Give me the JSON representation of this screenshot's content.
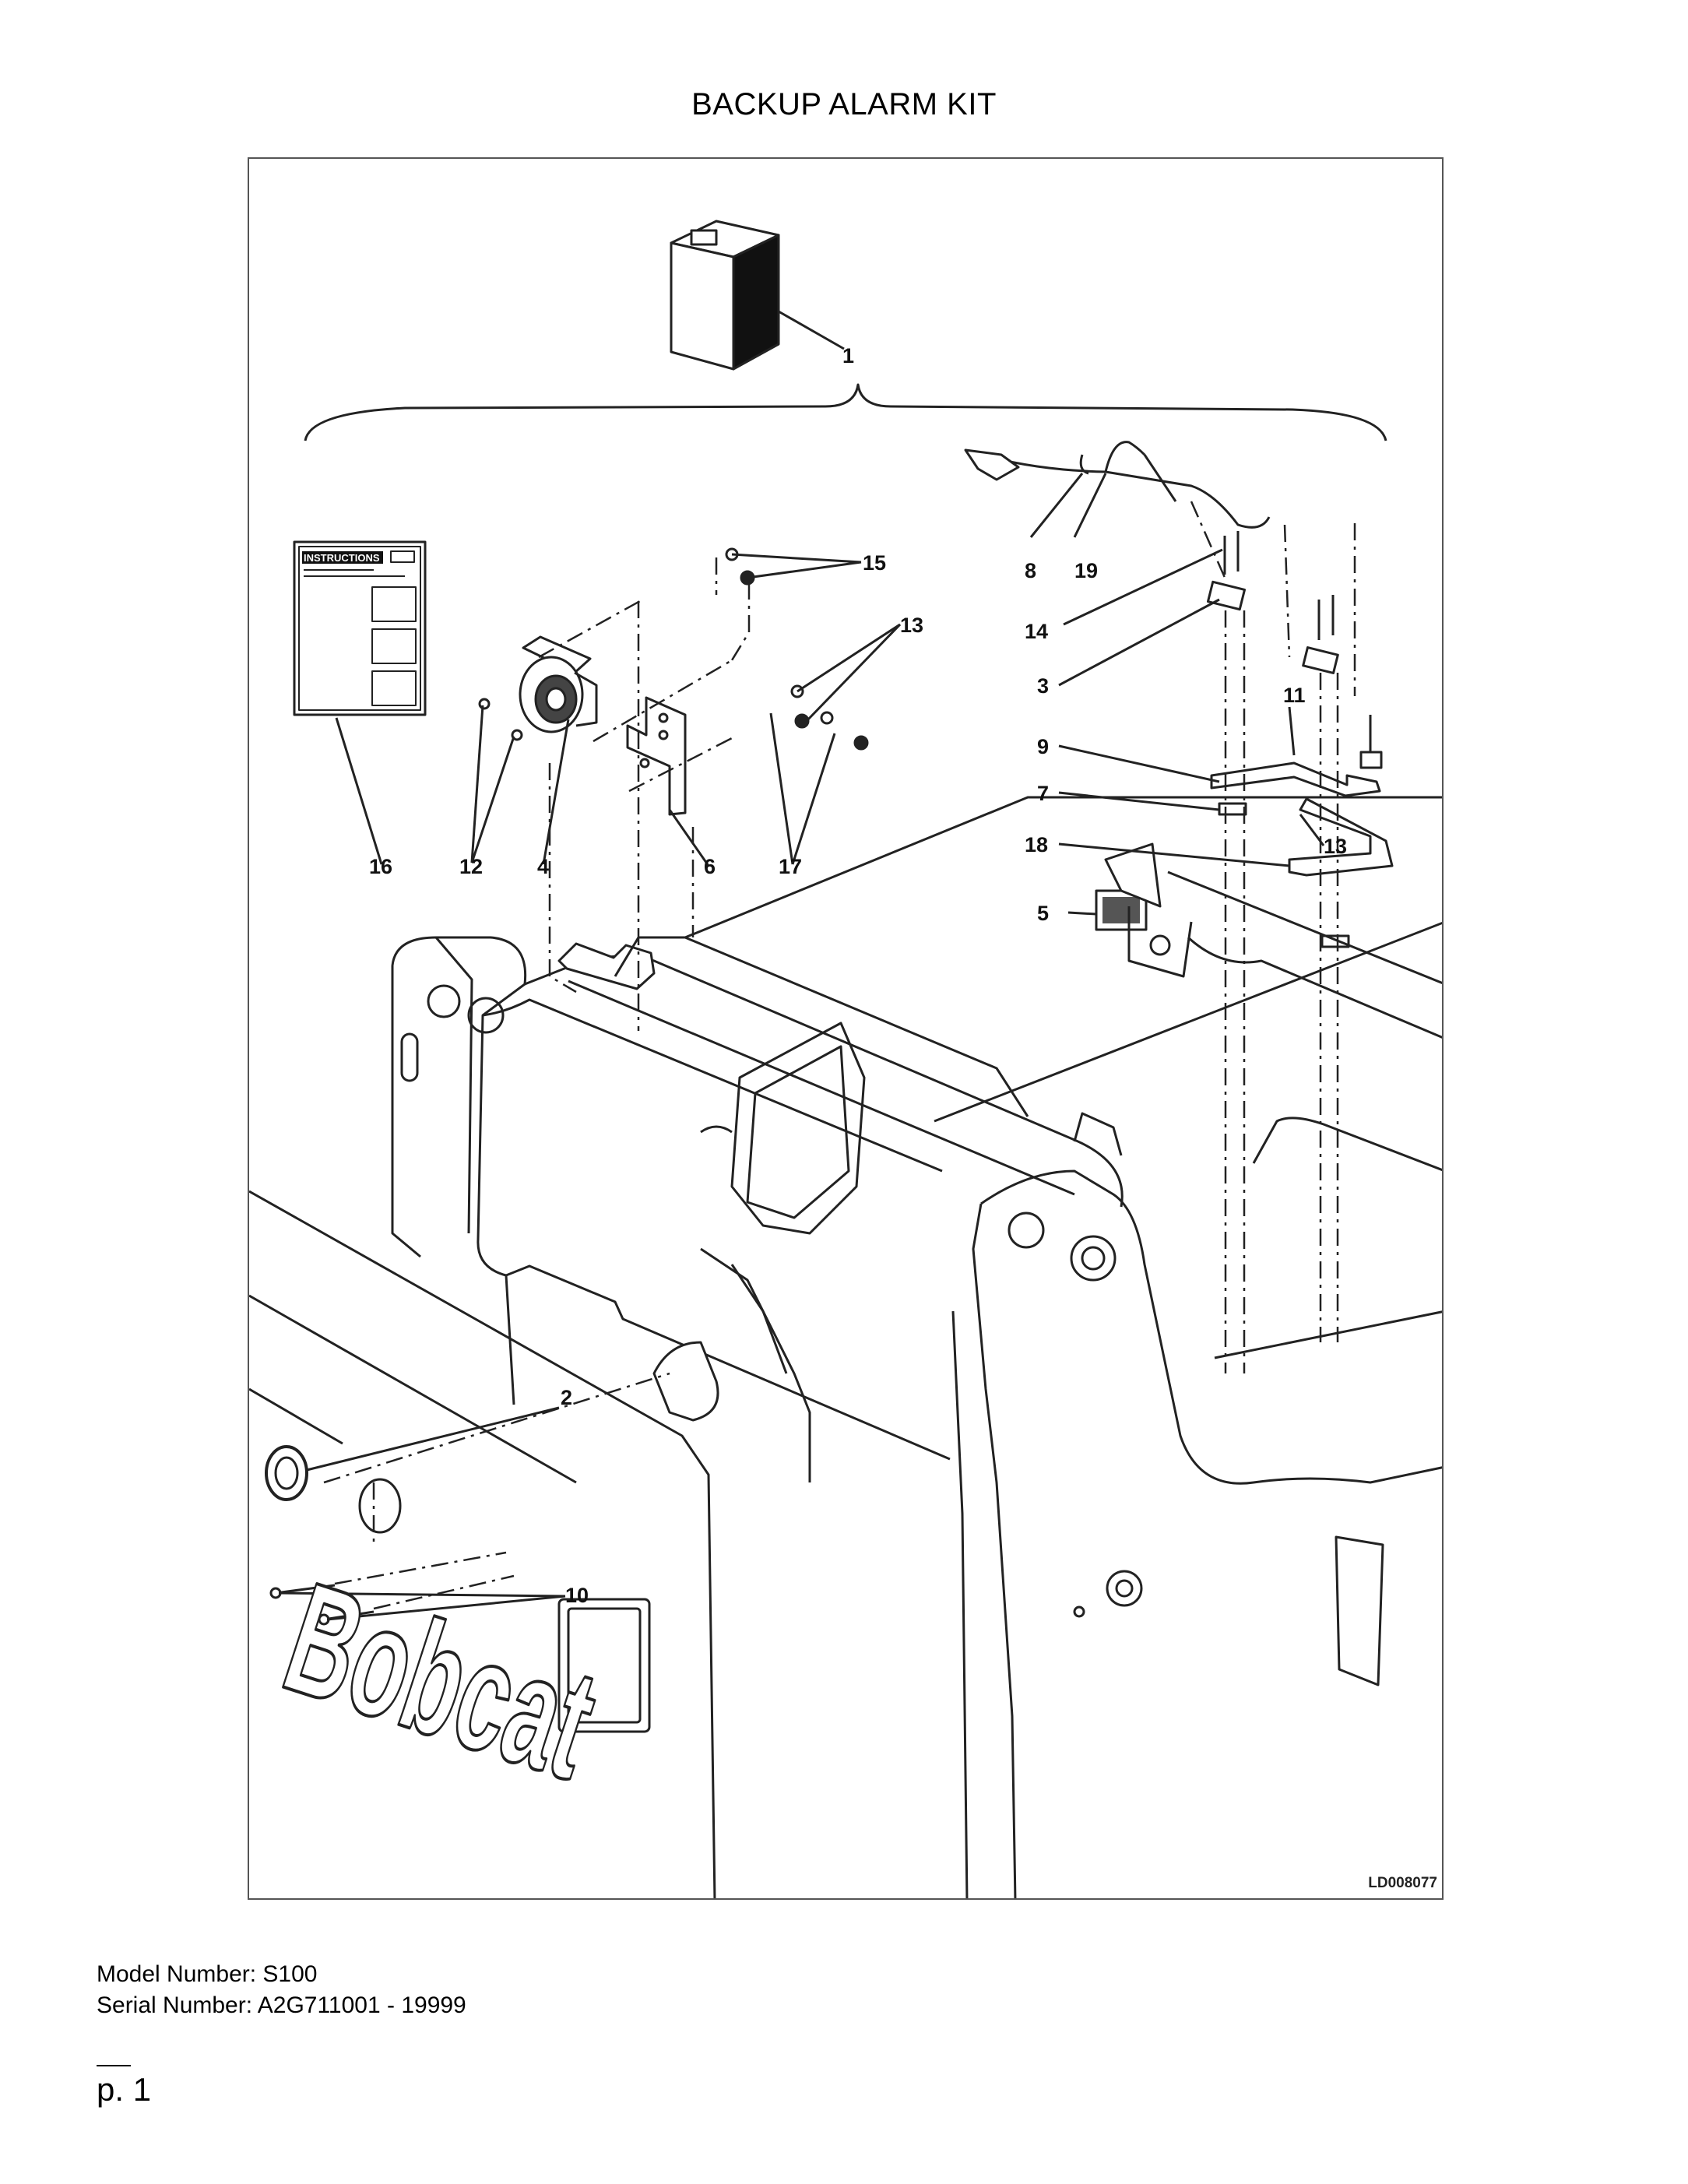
{
  "page": {
    "title": "BACKUP ALARM KIT"
  },
  "figure": {
    "instructions_label": "INSTRUCTIONS",
    "brand_text": "Bobcat",
    "figure_code": "LD008077",
    "callouts": [
      "1",
      "2",
      "3",
      "4",
      "5",
      "6",
      "7",
      "8",
      "9",
      "10",
      "11",
      "12",
      "13",
      "13",
      "14",
      "15",
      "16",
      "17",
      "18",
      "19"
    ]
  },
  "info": {
    "model": "Model Number: S100",
    "serial": "Serial Number: A2G711001 - 19999"
  },
  "footer": {
    "page_number": "p. 1"
  }
}
